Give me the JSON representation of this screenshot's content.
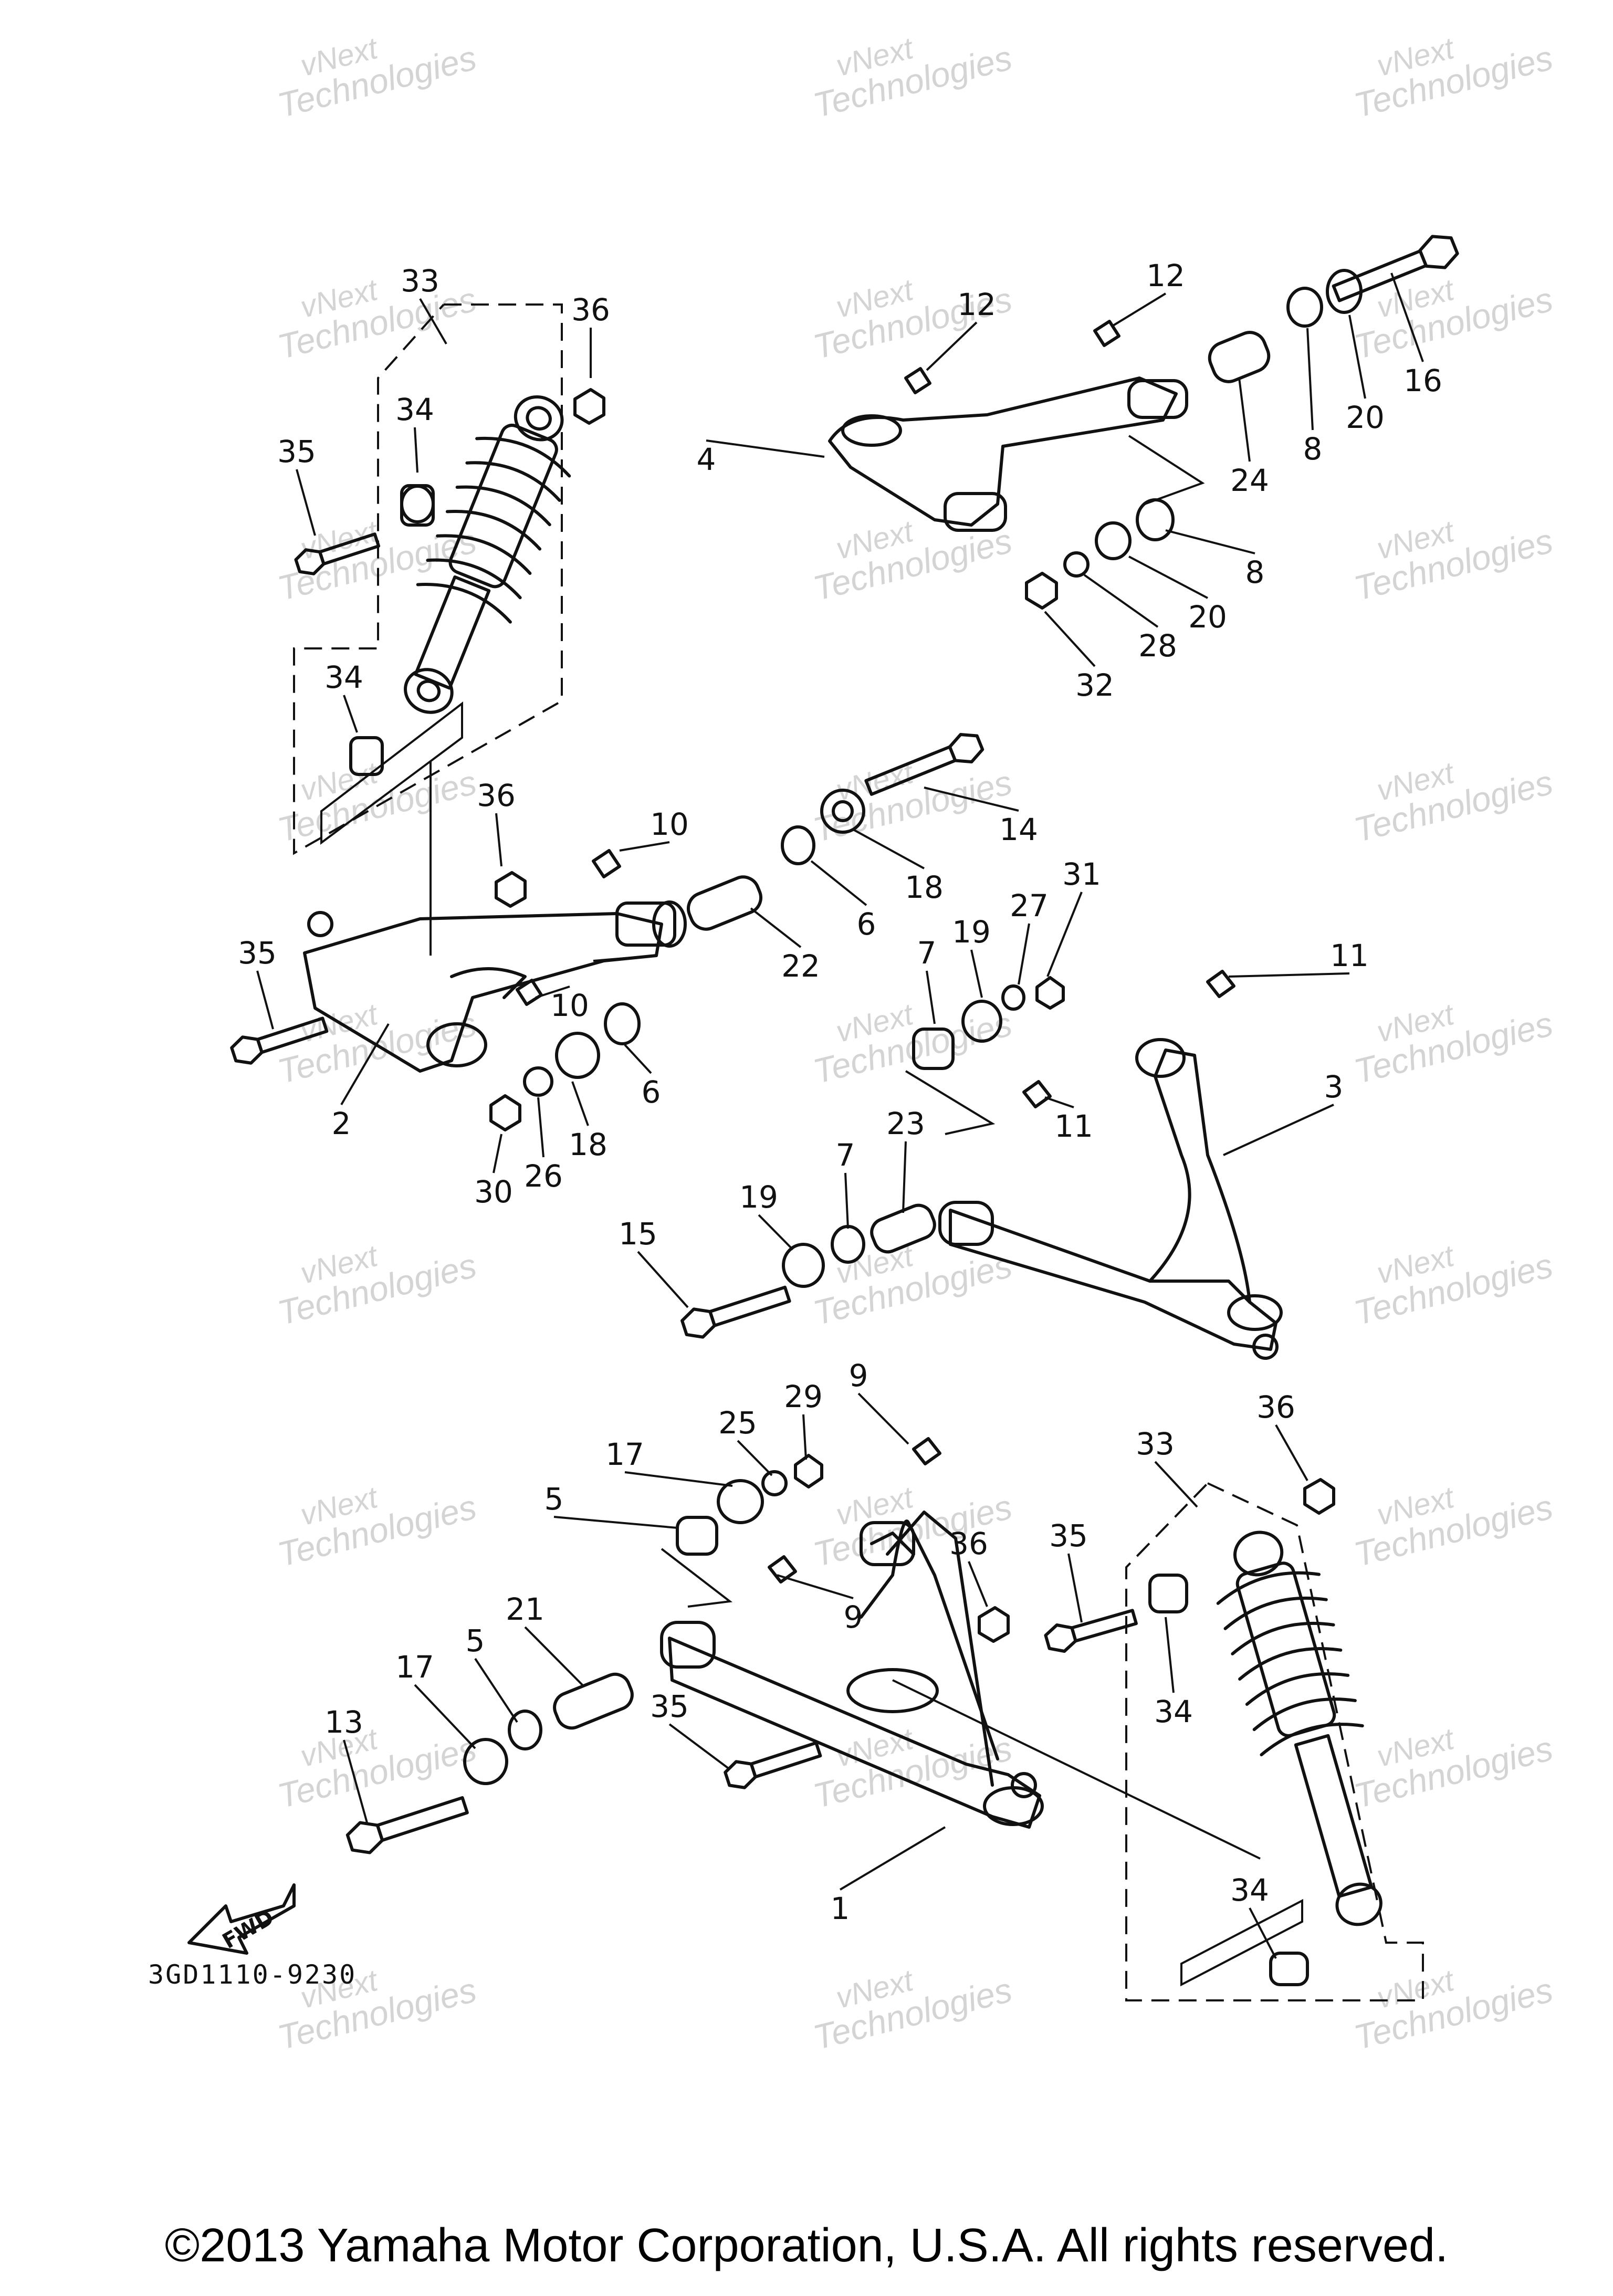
{
  "diagram": {
    "title": "",
    "code": "3GD1110-9230",
    "fwd_label": "FWD",
    "copyright": "©2013 Yamaha Motor Corporation, U.S.A. All rights reserved.",
    "watermark": [
      "vNext",
      "Technologies"
    ]
  },
  "callouts": [
    {
      "id": "c33a",
      "label": "33"
    },
    {
      "id": "c36a",
      "label": "36"
    },
    {
      "id": "c34a",
      "label": "34"
    },
    {
      "id": "c35a",
      "label": "35"
    },
    {
      "id": "c34b",
      "label": "34"
    },
    {
      "id": "c36b",
      "label": "36"
    },
    {
      "id": "c35b",
      "label": "35"
    },
    {
      "id": "c2",
      "label": "2"
    },
    {
      "id": "c30",
      "label": "30"
    },
    {
      "id": "c26",
      "label": "26"
    },
    {
      "id": "c18a",
      "label": "18"
    },
    {
      "id": "c6a",
      "label": "6"
    },
    {
      "id": "c10a",
      "label": "10"
    },
    {
      "id": "c10b",
      "label": "10"
    },
    {
      "id": "c22",
      "label": "22"
    },
    {
      "id": "c6b",
      "label": "6"
    },
    {
      "id": "c18b",
      "label": "18"
    },
    {
      "id": "c14",
      "label": "14"
    },
    {
      "id": "c12a",
      "label": "12"
    },
    {
      "id": "c12b",
      "label": "12"
    },
    {
      "id": "c4",
      "label": "4"
    },
    {
      "id": "c24",
      "label": "24"
    },
    {
      "id": "c8a",
      "label": "8"
    },
    {
      "id": "c20a",
      "label": "20"
    },
    {
      "id": "c16",
      "label": "16"
    },
    {
      "id": "c8b",
      "label": "8"
    },
    {
      "id": "c20b",
      "label": "20"
    },
    {
      "id": "c28",
      "label": "28"
    },
    {
      "id": "c32",
      "label": "32"
    },
    {
      "id": "c7a",
      "label": "7"
    },
    {
      "id": "c19a",
      "label": "19"
    },
    {
      "id": "c27",
      "label": "27"
    },
    {
      "id": "c31",
      "label": "31"
    },
    {
      "id": "c11a",
      "label": "11"
    },
    {
      "id": "c11b",
      "label": "11"
    },
    {
      "id": "c3",
      "label": "3"
    },
    {
      "id": "c23",
      "label": "23"
    },
    {
      "id": "c7b",
      "label": "7"
    },
    {
      "id": "c19b",
      "label": "19"
    },
    {
      "id": "c15",
      "label": "15"
    },
    {
      "id": "c9a",
      "label": "9"
    },
    {
      "id": "c29",
      "label": "29"
    },
    {
      "id": "c25",
      "label": "25"
    },
    {
      "id": "c17a",
      "label": "17"
    },
    {
      "id": "c5a",
      "label": "5"
    },
    {
      "id": "c9b",
      "label": "9"
    },
    {
      "id": "c21",
      "label": "21"
    },
    {
      "id": "c5b",
      "label": "5"
    },
    {
      "id": "c17b",
      "label": "17"
    },
    {
      "id": "c13",
      "label": "13"
    },
    {
      "id": "c36c",
      "label": "36"
    },
    {
      "id": "c35c",
      "label": "35"
    },
    {
      "id": "c34c",
      "label": "34"
    },
    {
      "id": "c35d",
      "label": "35"
    },
    {
      "id": "c1",
      "label": "1"
    },
    {
      "id": "c33b",
      "label": "33"
    },
    {
      "id": "c36d",
      "label": "36"
    },
    {
      "id": "c34d",
      "label": "34"
    }
  ]
}
